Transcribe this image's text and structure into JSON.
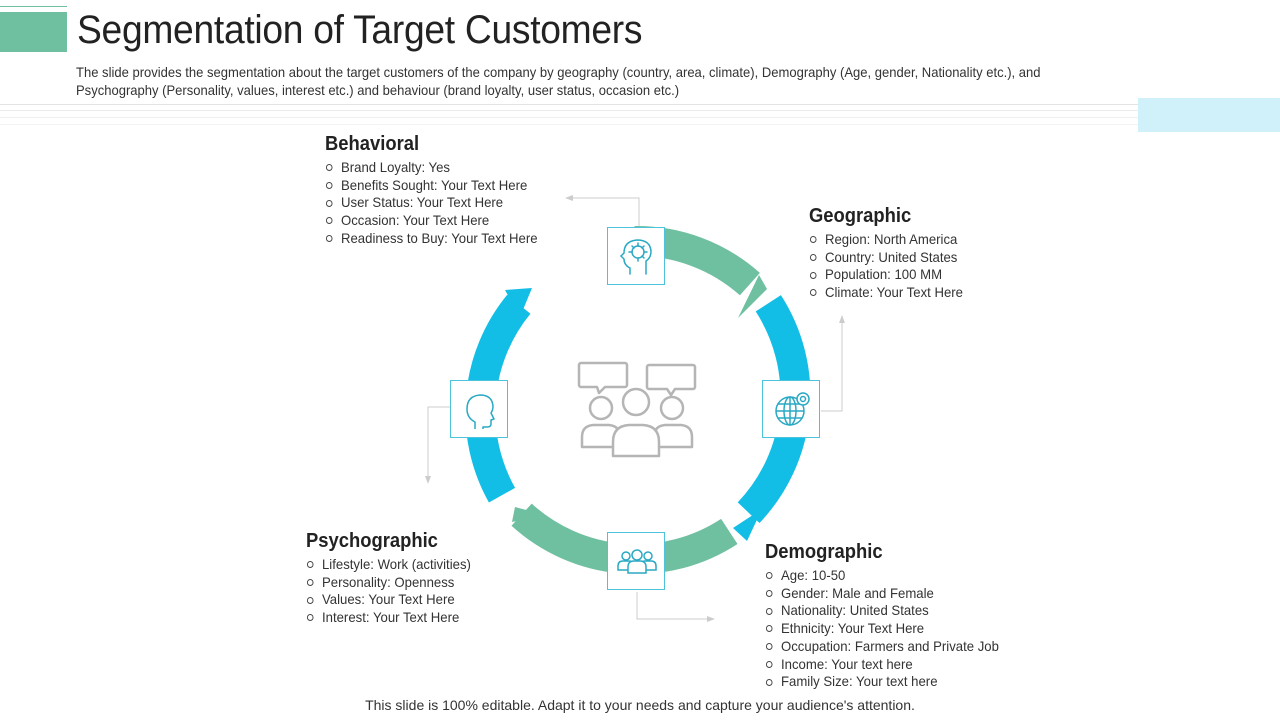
{
  "header": {
    "title": "Segmentation of Target Customers",
    "subtitle": "The slide provides the segmentation about the target customers of the company by geography (country, area, climate), Demography (Age, gender, Nationality etc.), and Psychography (Personality, values, interest etc.) and behaviour (brand loyalty, user status, occasion etc.)"
  },
  "colors": {
    "accent_green": "#6fbfa1",
    "accent_blue": "#12bee6",
    "light_blue": "#d1f1fa"
  },
  "center": {
    "icon": "customer-group-chat-icon"
  },
  "segments": {
    "behavioral": {
      "title": "Behavioral",
      "icon": "head-brain-icon",
      "items": [
        "Brand Loyalty: Yes",
        "Benefits Sought: Your Text Here",
        "User Status: Your Text Here",
        "Occasion: Your Text Here",
        "Readiness to Buy: Your Text Here"
      ]
    },
    "geographic": {
      "title": "Geographic",
      "icon": "globe-pin-icon",
      "items": [
        "Region: North America",
        "Country: United States",
        "Population: 100 MM",
        "Climate: Your Text Here"
      ]
    },
    "demographic": {
      "title": "Demographic",
      "icon": "people-group-icon",
      "items": [
        "Age: 10-50",
        "Gender: Male and Female",
        "Nationality: United States",
        "Ethnicity: Your Text Here",
        "Occupation: Farmers and Private Job",
        "Income: Your text here",
        "Family Size: Your text here"
      ]
    },
    "psychographic": {
      "title": "Psychographic",
      "icon": "head-profile-icon",
      "items": [
        "Lifestyle: Work (activities)",
        "Personality: Openness",
        "Values: Your Text Here",
        "Interest: Your Text Here"
      ]
    }
  },
  "footer": {
    "text": "This slide is 100% editable. Adapt it to your needs and capture your audience's attention."
  }
}
